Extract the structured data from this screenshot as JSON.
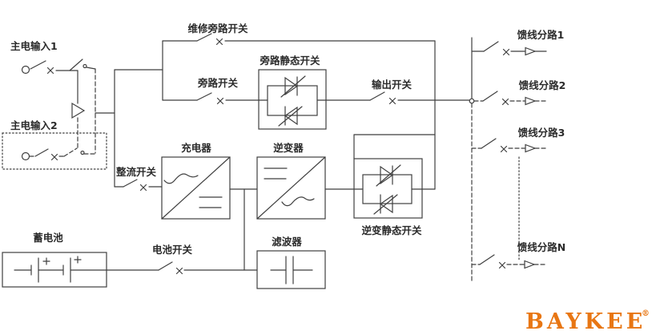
{
  "diagram": {
    "inputs": {
      "input1": "主电输入1",
      "input2": "主电输入2"
    },
    "switches": {
      "maintenance_bypass": "维修旁路开关",
      "bypass": "旁路开关",
      "output": "输出开关",
      "rectifier": "整流开关",
      "battery": "电池开关"
    },
    "components": {
      "bypass_static_switch": "旁路静态开关",
      "charger": "充电器",
      "inverter": "逆变器",
      "inverter_static_switch": "逆变静态开关",
      "battery": "蓄电池",
      "filter": "滤波器"
    },
    "feeders": [
      {
        "label": "馈线分路1"
      },
      {
        "label": "馈线分路2"
      },
      {
        "label": "馈线分路3"
      },
      {
        "label": "馈线分路N"
      }
    ],
    "colors": {
      "line": "#3f3f3f",
      "text": "#2b2b2b",
      "logo": "#e87613",
      "background": "#ffffff"
    }
  },
  "brand": {
    "name": "BAYKEE",
    "registered": "®"
  }
}
